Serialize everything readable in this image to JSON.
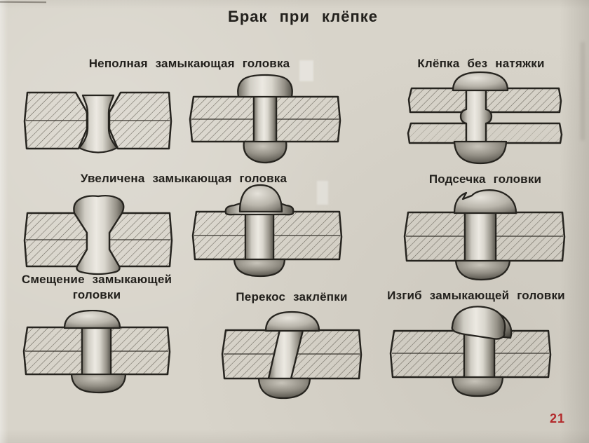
{
  "title": "Брак при клёпке",
  "page_number": "21",
  "labels": {
    "incomplete_closing_head": "Неполная замыкающая головка",
    "riveting_without_tension": "Клёпка без натяжки",
    "enlarged_closing_head": "Увеличена замыкающая головка",
    "head_undercut": "Подсечка головки",
    "displaced_closing_head": "Смещение замыкающей головки",
    "skewed_rivet": "Перекос заклёпки",
    "bent_closing_head": "Изгиб замыкающей головки"
  },
  "colors": {
    "background": "#d8d4ca",
    "ink": "#22201c",
    "page_number_red": "#b32a2c"
  }
}
